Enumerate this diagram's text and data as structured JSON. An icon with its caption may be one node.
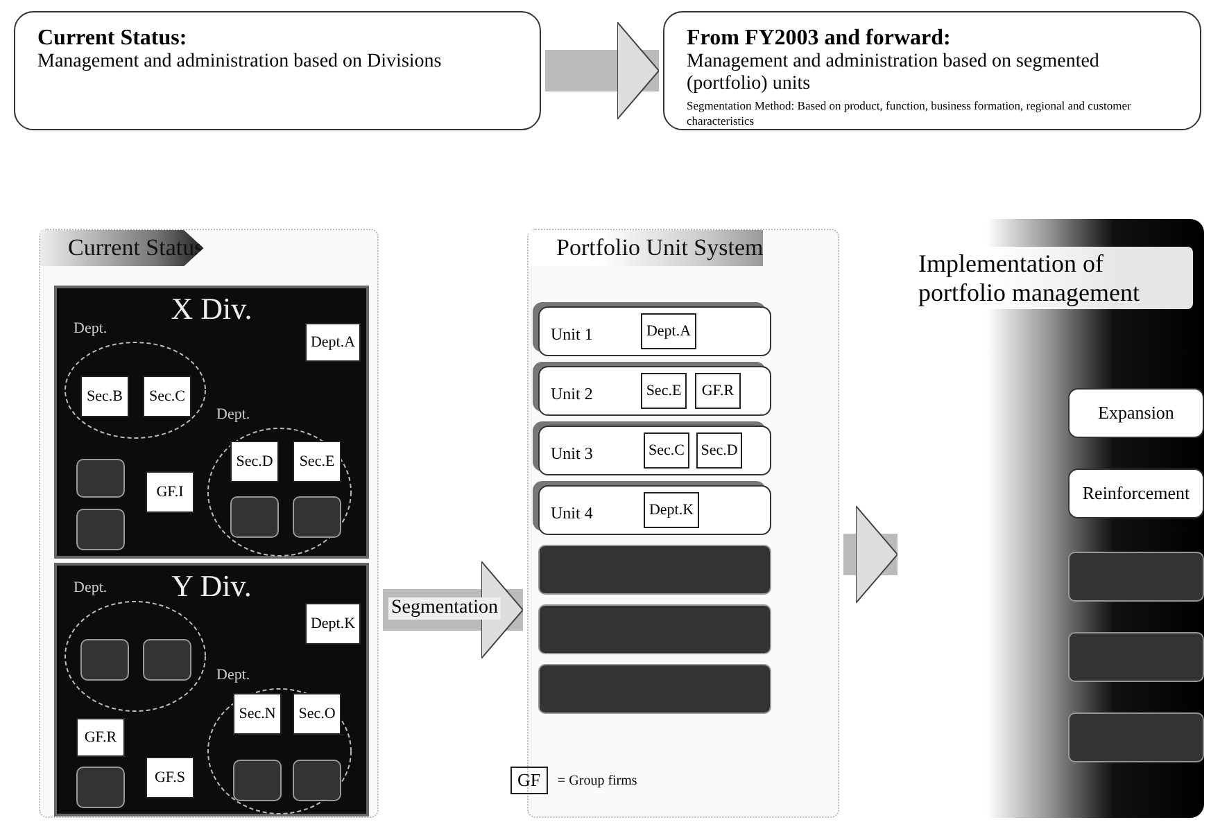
{
  "diagram": {
    "nodes": [
      {
        "text": [
          "Current Status:",
          "Management and administration based on Divisions"
        ]
      },
      {
        "text": [
          "From FY2003 and forward:",
          "Management and administration based on segmented (portfolio) units",
          "Segmentation Method: Based on product, function, business formation, regional and customer characteristics"
        ]
      },
      {
        "text": [
          "Current Status"
        ]
      },
      {
        "text": [
          "X Div."
        ],
        "in": 2
      },
      {
        "text": [
          "Dept."
        ],
        "in": 3
      },
      {
        "text": [
          "Sec.B"
        ],
        "in": 4
      },
      {
        "text": [
          "Sec.C"
        ],
        "in": 4
      },
      {
        "text": [
          "Dept.A"
        ],
        "in": 3
      },
      {
        "text": [
          "Dept."
        ],
        "in": 3
      },
      {
        "text": [
          "Sec.D"
        ],
        "in": 8
      },
      {
        "text": [
          "Sec.E"
        ],
        "in": 8
      },
      {
        "text": [],
        "shape": "box",
        "in": 8
      },
      {
        "text": [],
        "shape": "box",
        "in": 8
      },
      {
        "text": [],
        "shape": "box",
        "in": 3
      },
      {
        "text": [
          "GF.I"
        ],
        "in": 3
      },
      {
        "text": [],
        "shape": "box",
        "in": 3
      },
      {
        "text": [
          "Y Div."
        ],
        "in": 2
      },
      {
        "text": [
          "Dept."
        ],
        "in": 16
      },
      {
        "text": [],
        "shape": "box",
        "in": 17
      },
      {
        "text": [],
        "shape": "box",
        "in": 17
      },
      {
        "text": [
          "Dept.K"
        ],
        "in": 16
      },
      {
        "text": [
          "Dept."
        ],
        "in": 16
      },
      {
        "text": [
          "Sec.N"
        ],
        "in": 21
      },
      {
        "text": [
          "Sec.O"
        ],
        "in": 21
      },
      {
        "text": [],
        "shape": "box",
        "in": 21
      },
      {
        "text": [],
        "shape": "box",
        "in": 21
      },
      {
        "text": [
          "GF.R"
        ],
        "in": 16
      },
      {
        "text": [
          "GF.S"
        ],
        "in": 16
      },
      {
        "text": [],
        "shape": "box",
        "in": 16
      },
      {
        "text": [
          "Portfolio Unit System"
        ]
      },
      {
        "text": [
          "Unit 1"
        ],
        "in": 29
      },
      {
        "text": [
          "Dept.A"
        ],
        "in": 30
      },
      {
        "text": [
          "Unit 2"
        ],
        "in": 29
      },
      {
        "text": [
          "Sec.E"
        ],
        "in": 32
      },
      {
        "text": [
          "GF.R"
        ],
        "in": 32
      },
      {
        "text": [
          "Unit 3"
        ],
        "in": 29
      },
      {
        "text": [
          "Sec.C"
        ],
        "in": 35
      },
      {
        "text": [
          "Sec.D"
        ],
        "in": 35
      },
      {
        "text": [
          "Unit 4"
        ],
        "in": 29
      },
      {
        "text": [
          "Dept.K"
        ],
        "in": 38
      },
      {
        "text": [],
        "shape": "box",
        "in": 29
      },
      {
        "text": [],
        "shape": "box",
        "in": 29
      },
      {
        "text": [],
        "shape": "box",
        "in": 29
      },
      {
        "text": [
          "Implementation of portfolio management"
        ]
      },
      {
        "text": [
          "Expansion"
        ],
        "in": 43
      },
      {
        "text": [
          "Reinforcement"
        ],
        "in": 43
      },
      {
        "text": [],
        "shape": "box",
        "in": 43
      },
      {
        "text": [],
        "shape": "box",
        "in": 43
      },
      {
        "text": [],
        "shape": "box",
        "in": 43
      }
    ],
    "edges": [
      {
        "from": 0,
        "to": 1,
        "arrow": "to"
      },
      {
        "from": 2,
        "to": 29,
        "label": "Segmentation",
        "arrow": "to"
      },
      {
        "from": 29,
        "to": 43,
        "arrow": "to"
      }
    ],
    "labels": [
      "GF",
      "= Group firms"
    ]
  }
}
